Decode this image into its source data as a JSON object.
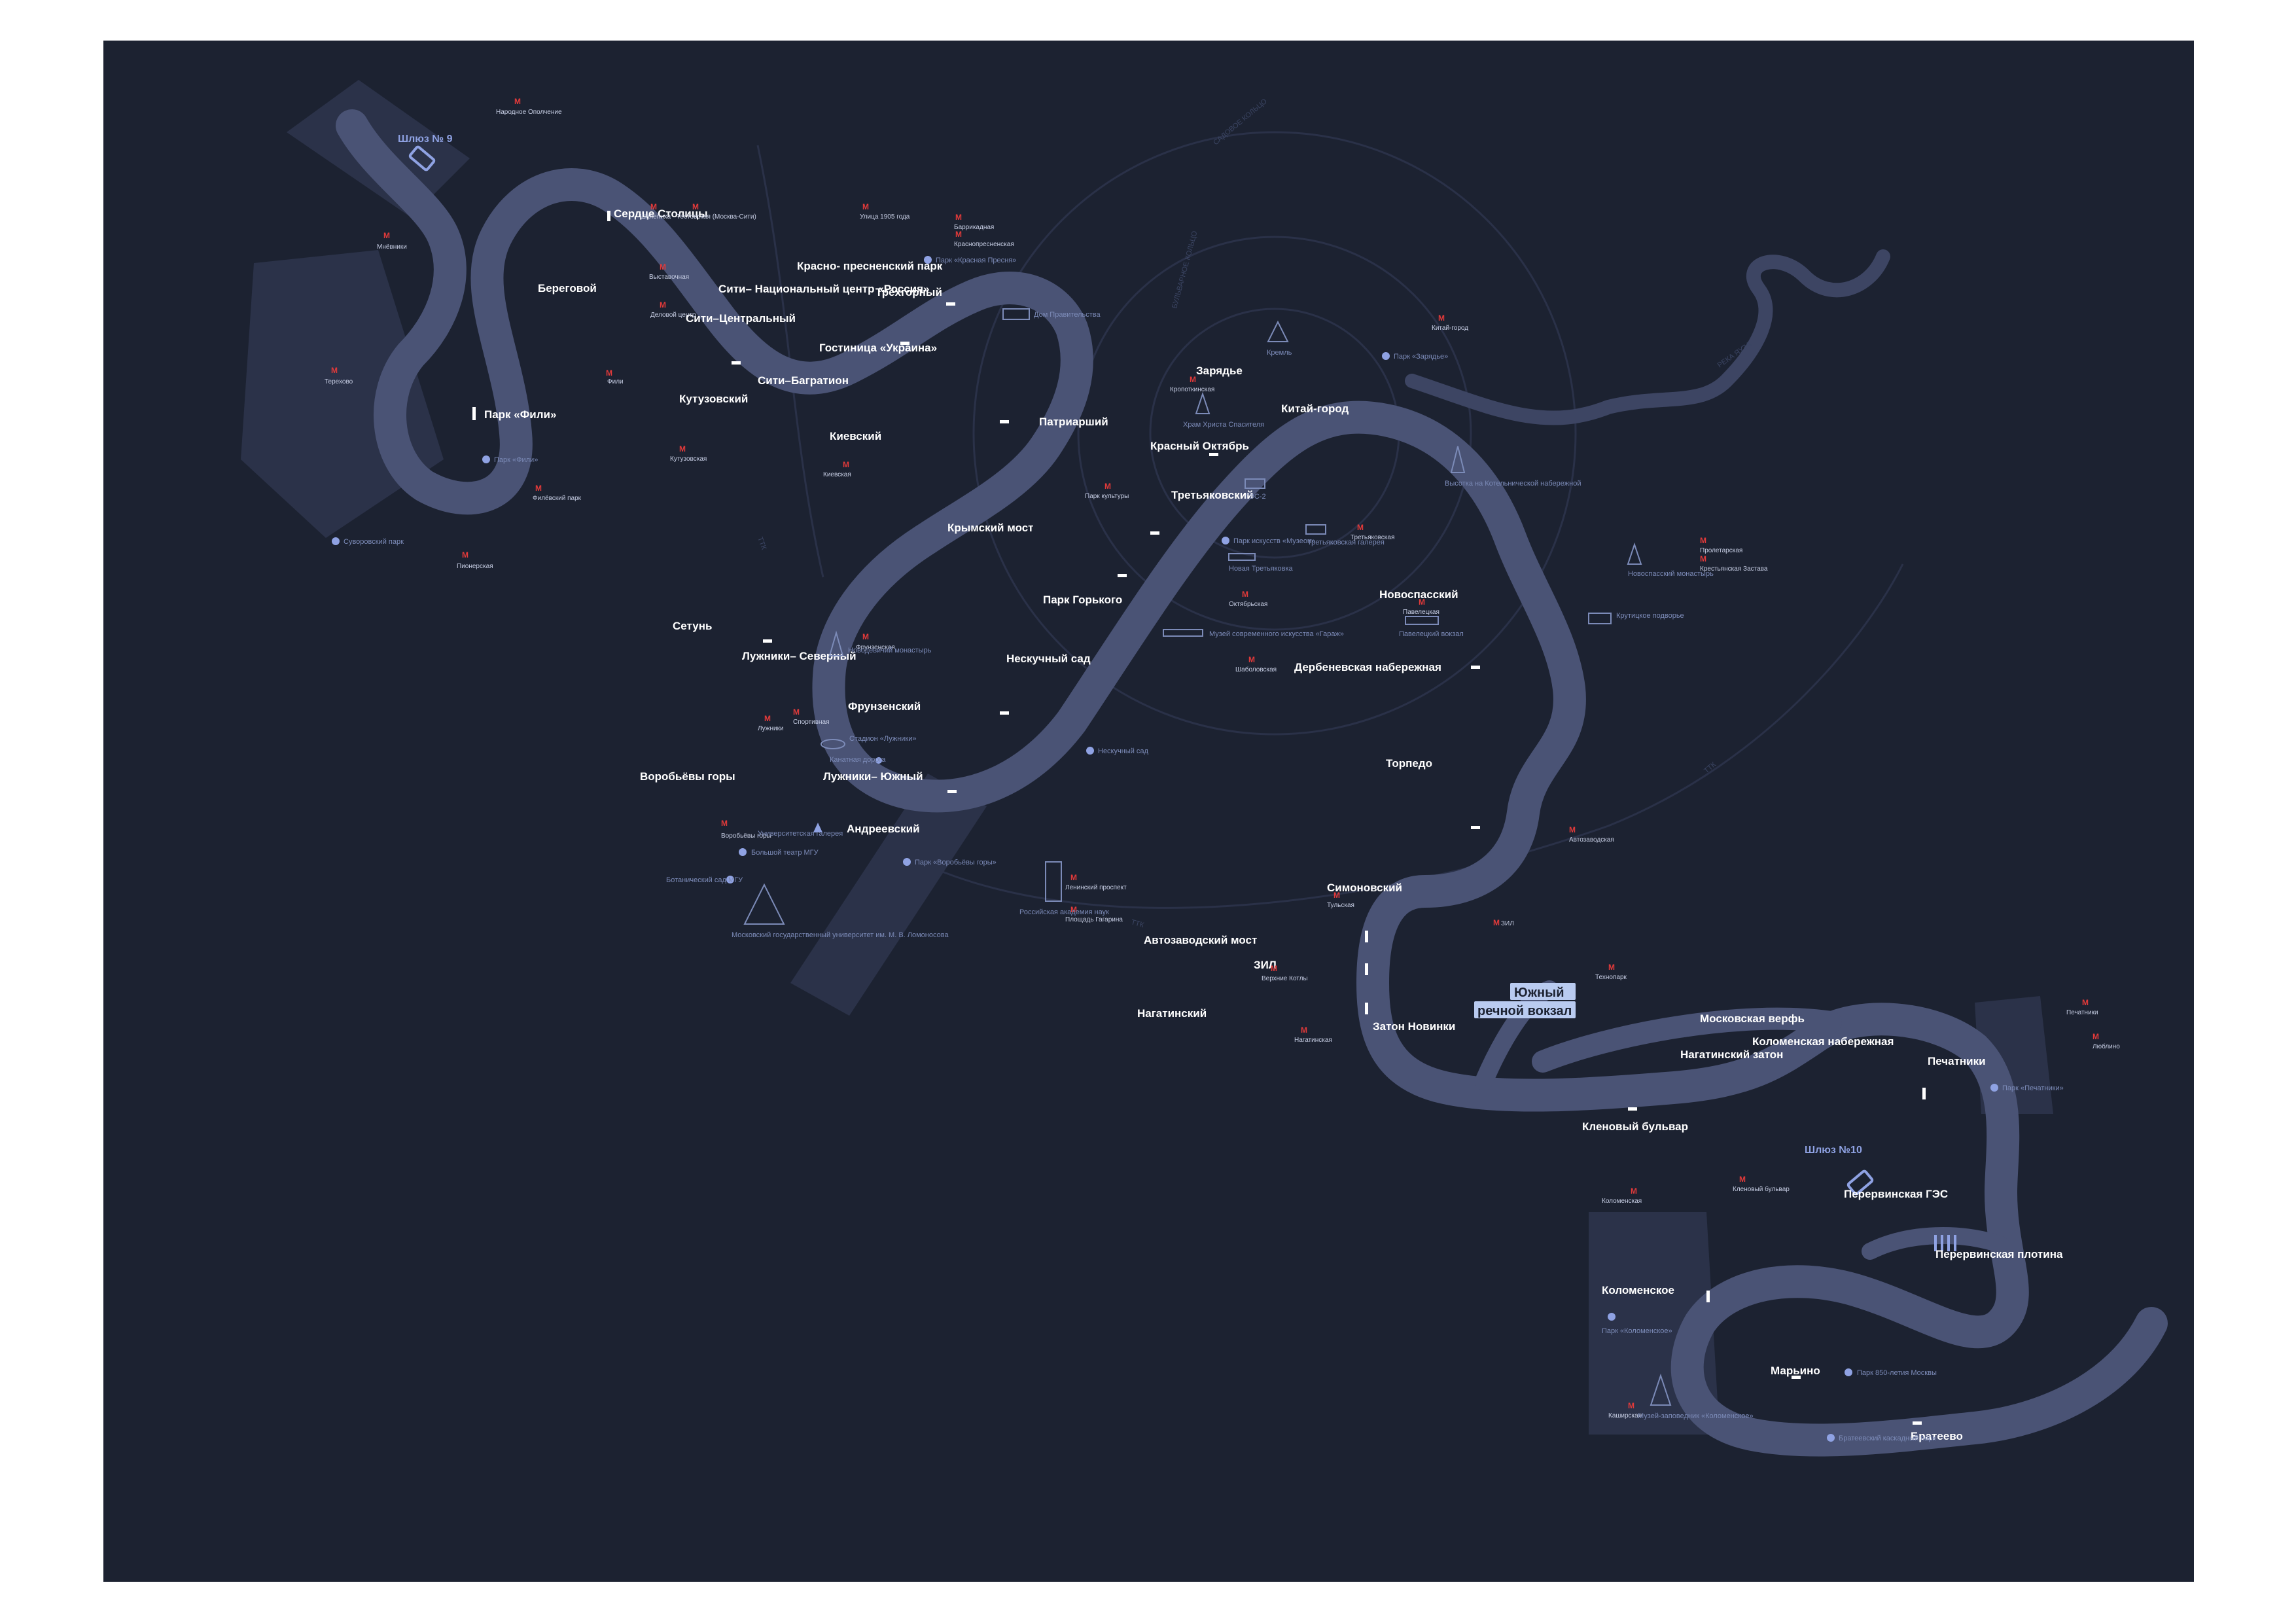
{
  "map": {
    "colors": {
      "background": "#1c2231",
      "river": "#4a5375",
      "river_dark": "#2e3550",
      "ring": "#2d3550",
      "stop_marker": "#ffffff",
      "metro_red": "#e23a3a",
      "poi_text": "#7c8bb8",
      "hub_fill": "#b9cbf0"
    },
    "locks": [
      {
        "label": "Шлюз № 9"
      },
      {
        "label": "Шлюз №10"
      }
    ],
    "hub": {
      "label_line1": "Южный",
      "label_line2": "речной вокзал"
    },
    "rivers": [
      {
        "label": "РЕКА ЯУЗА"
      }
    ],
    "stops": [
      {
        "name": "Парк «Фили»"
      },
      {
        "name": "Береговой"
      },
      {
        "name": "Сердце Столицы"
      },
      {
        "name": "Кутузовский"
      },
      {
        "name": "Сити–Центральный"
      },
      {
        "name": "Сити–Багратион"
      },
      {
        "name": "Сити– Национальный центр «Россия»"
      },
      {
        "name": "Красно- пресненский парк"
      },
      {
        "name": "Трёхгорный"
      },
      {
        "name": "Гостиница «Украина»"
      },
      {
        "name": "Киевский"
      },
      {
        "name": "Сетунь"
      },
      {
        "name": "Лужники– Северный"
      },
      {
        "name": "Фрунзенский"
      },
      {
        "name": "Лужники– Южный"
      },
      {
        "name": "Воробьёвы горы"
      },
      {
        "name": "Андреевский"
      },
      {
        "name": "Нескучный сад"
      },
      {
        "name": "Парк Горького"
      },
      {
        "name": "Крымский мост"
      },
      {
        "name": "Патриарший"
      },
      {
        "name": "Красный Октябрь"
      },
      {
        "name": "Третьяковский"
      },
      {
        "name": "Зарядье"
      },
      {
        "name": "Китай-город"
      },
      {
        "name": "Новоспасский"
      },
      {
        "name": "Дербеневская набережная"
      },
      {
        "name": "Торпедо"
      },
      {
        "name": "Симоновский"
      },
      {
        "name": "Автозаводский мост"
      },
      {
        "name": "ЗИЛ"
      },
      {
        "name": "Нагатинский"
      },
      {
        "name": "Затон Новинки"
      },
      {
        "name": "Кленовый бульвар"
      },
      {
        "name": "Московская верфь"
      },
      {
        "name": "Нагатинский затон"
      },
      {
        "name": "Коломенская набережная"
      },
      {
        "name": "Печатники"
      },
      {
        "name": "Перервинская ГЭС"
      },
      {
        "name": "Перервинская плотина"
      },
      {
        "name": "Коломенское"
      },
      {
        "name": "Марьино"
      },
      {
        "name": "Братеево"
      }
    ],
    "metro_stations": [
      "Народное Ополчение",
      "Мнёвники",
      "Терехово",
      "Фили",
      "Филёвский парк",
      "Пионерская",
      "Шелепиха",
      "Тестовская (Москва-Сити)",
      "Деловой центр",
      "Выставочная",
      "Кутузовская",
      "Улица 1905 года",
      "Баррикадная",
      "Краснопресненская",
      "Киевская",
      "Фрунзенская",
      "Спортивная",
      "Лужники",
      "Воробьёвы горы",
      "Ленинский проспект",
      "Площадь Гагарина",
      "Парк культуры",
      "Октябрьская",
      "Шаболовская",
      "Третьяковская",
      "Павелецкая",
      "Китай-город",
      "Кропоткинская",
      "Пролетарская",
      "Крестьянская Застава",
      "Автозаводская",
      "Тульская",
      "ЗИЛ",
      "Верхние Котлы",
      "Нагатинская",
      "Технопарк",
      "Коломенская",
      "Кленовый бульвар",
      "Каширская",
      "Печатники",
      "Люблино"
    ],
    "pois": [
      "Парк «Фили»",
      "Суворовский парк",
      "Парк «Красная Пресня»",
      "Дом Правительства",
      "Кремль",
      "Парк «Зарядье»",
      "Высотка на Котельнической набережной",
      "Новодевичий монастырь",
      "Стадион «Лужники»",
      "Храм Христа Спасителя",
      "ГЭС-2",
      "Парк искусств «Музеон»",
      "Новая Третьяковка",
      "Третьяковская галерея",
      "Музей современного искусства «Гараж»",
      "Павелецкий вокзал",
      "Новоспасский монастырь",
      "Крутицкое подворье",
      "Нескучный сад",
      "Парк «Воробьёвы горы»",
      "Российская академия наук",
      "Университетская галерея",
      "Большой театр МГУ",
      "Ботанический сад МГУ",
      "Московский государственный университет им. М. В. Ломоносова",
      "Канатная дорога",
      "Парк «Коломенское»",
      "Музей-заповедник «Коломенское»",
      "Парк «Печатники»",
      "Парк 850-летия Москвы",
      "Братеевский каскадный парк"
    ],
    "ring_labels": [
      "САДОВОЕ КОЛЬЦО",
      "БУЛЬВАРНОЕ КОЛЬЦО",
      "ТТК",
      "ТТК",
      "ТТК"
    ]
  }
}
